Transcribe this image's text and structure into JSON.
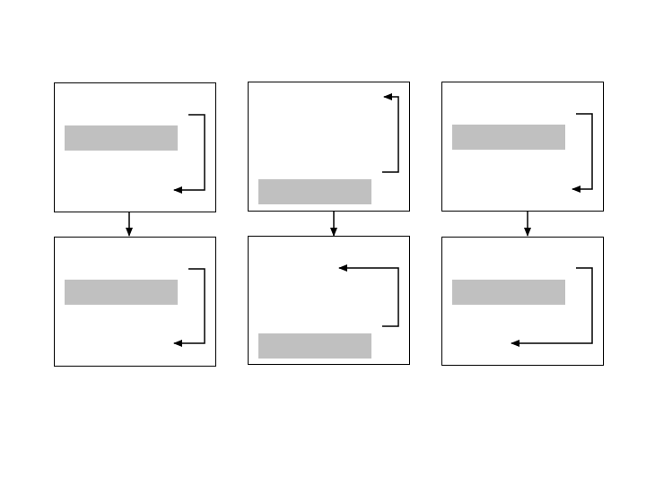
{
  "colors": {
    "background": "#ffffff",
    "frame_stroke": "#000000",
    "bar_fill": "#c0c0c0",
    "arrow": "#000000"
  },
  "diagram": {
    "panels": [
      {
        "id": "top-left",
        "bar": "upper",
        "arrow_direction": "down"
      },
      {
        "id": "top-middle",
        "bar": "lower",
        "arrow_direction": "up"
      },
      {
        "id": "top-right",
        "bar": "upper",
        "arrow_direction": "down"
      },
      {
        "id": "bottom-left",
        "bar": "upper",
        "arrow_direction": "down"
      },
      {
        "id": "bottom-middle",
        "bar": "lower",
        "arrow_direction": "up"
      },
      {
        "id": "bottom-right",
        "bar": "upper",
        "arrow_direction": "down"
      }
    ],
    "connectors": [
      {
        "from": "top-left",
        "to": "bottom-left"
      },
      {
        "from": "top-middle",
        "to": "bottom-middle"
      },
      {
        "from": "top-right",
        "to": "bottom-right"
      }
    ]
  }
}
